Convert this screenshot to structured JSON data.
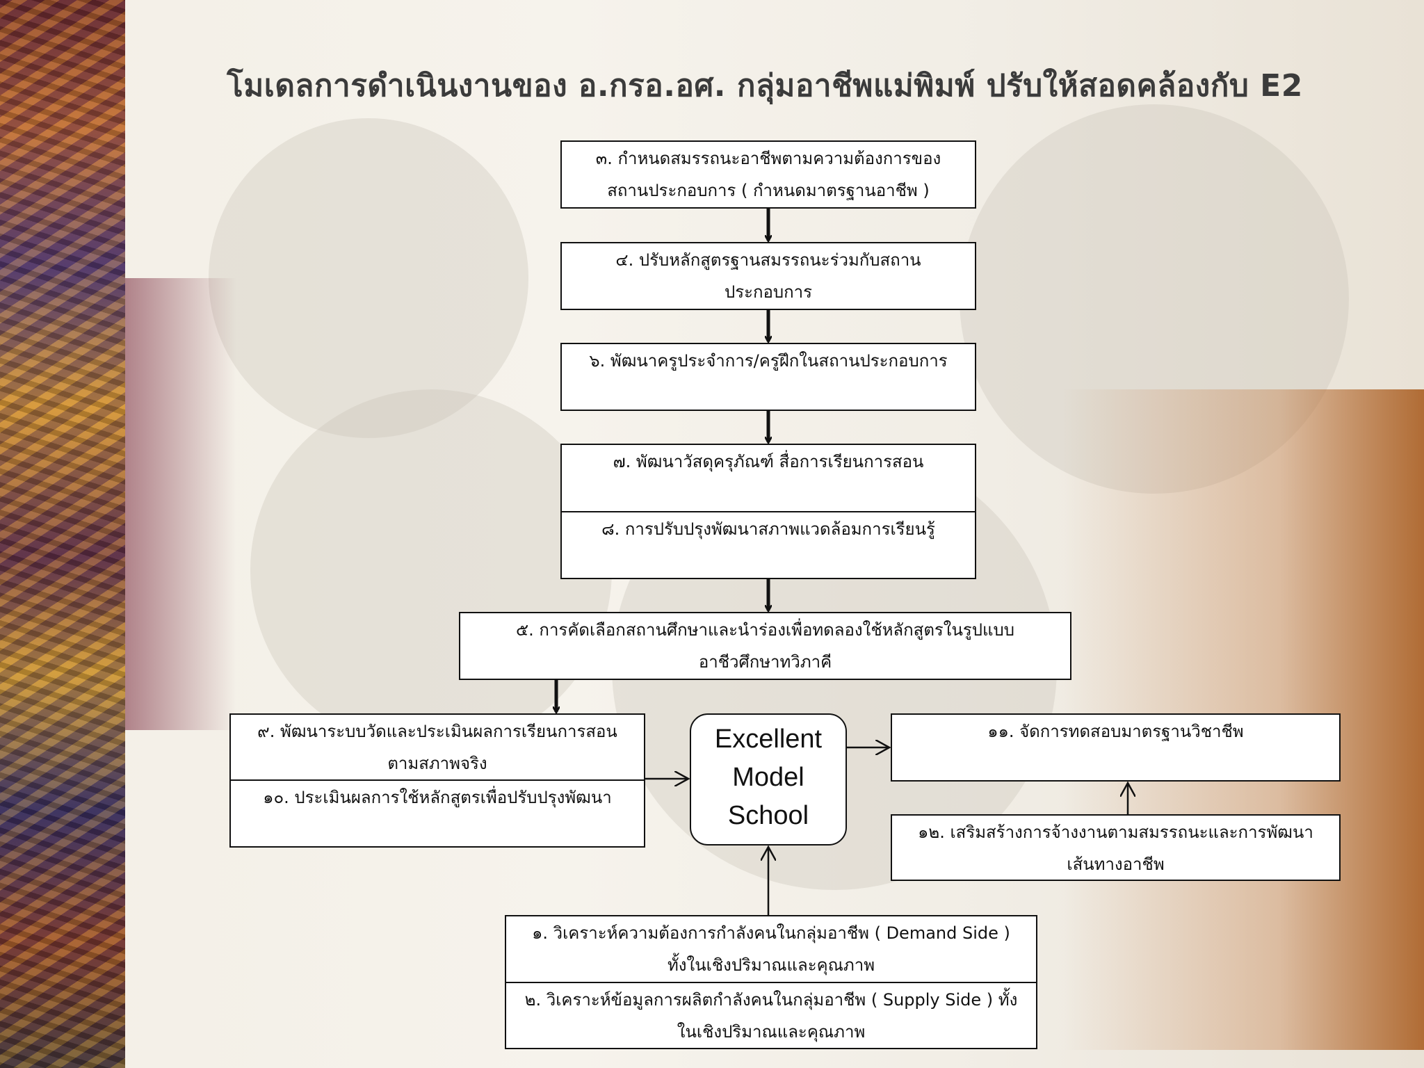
{
  "title": "โมเดลการดำเนินงานของ อ.กรอ.อศ. กลุ่มอาชีพแม่พิมพ์ ปรับให้สอดคล้องกับ E2",
  "boxes": {
    "step3": [
      "๓. กำหนดสมรรถนะอาชีพตามความต้องการของ",
      "สถานประกอบการ ( กำหนดมาตรฐานอาชีพ )"
    ],
    "step4": [
      "๔. ปรับหลักสูตรฐานสมรรถนะร่วมกับสถาน",
      "ประกอบการ"
    ],
    "step6": [
      "๖. พัฒนาครูประจำการ/ครูฝึกในสถานประกอบการ"
    ],
    "step7": [
      "๗. พัฒนาวัสดุครุภัณฑ์ สื่อการเรียนการสอน"
    ],
    "step8": [
      "๘. การปรับปรุงพัฒนาสภาพแวดล้อมการเรียนรู้"
    ],
    "step5": [
      "๕. การคัดเลือกสถานศึกษาและนำร่องเพื่อทดลองใช้หลักสูตรในรูปแบบ",
      "อาชีวศึกษาทวิภาคี"
    ],
    "step9": [
      "๙. พัฒนาระบบวัดและประเมินผลการเรียนการสอน",
      "ตามสภาพจริง"
    ],
    "step10": [
      "๑๐. ประเมินผลการใช้หลักสูตรเพื่อปรับปรุงพัฒนา"
    ],
    "step11": [
      "๑๑. จัดการทดสอบมาตรฐานวิชาชีพ"
    ],
    "step12": [
      "๑๒. เสริมสร้างการจ้างงานตามสมรรถนะและการพัฒนา",
      "เส้นทางอาชีพ"
    ],
    "step1": [
      "๑. วิเคราะห์ความต้องการกำลังคนในกลุ่มอาชีพ ( Demand Side )",
      "ทั้งในเชิงปริมาณและคุณภาพ"
    ],
    "step2": [
      "๒. วิเคราะห์ข้อมูลการผลิตกำลังคนในกลุ่มอาชีพ ( Supply Side ) ทั้ง",
      "ในเชิงปริมาณและคุณภาพ"
    ]
  },
  "center": [
    "Excellent",
    "Model",
    "School"
  ],
  "colors": {
    "border": "#111111",
    "title": "#3b3b3b",
    "accent_right": "#b0652a"
  }
}
